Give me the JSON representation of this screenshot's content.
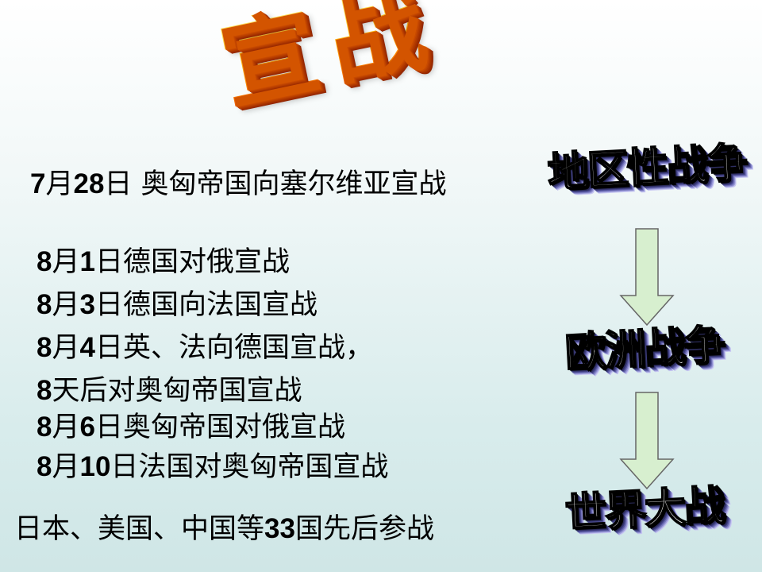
{
  "title": "宣战",
  "lines": [
    {
      "parts": [
        {
          "t": "7",
          "b": true
        },
        {
          "t": "月",
          "b": false
        },
        {
          "t": "28",
          "b": true
        },
        {
          "t": "日 奥匈帝国向塞尔维亚宣战",
          "b": false
        }
      ]
    },
    {
      "parts": [
        {
          "t": "8",
          "b": true
        },
        {
          "t": "月",
          "b": false
        },
        {
          "t": "1",
          "b": true
        },
        {
          "t": "日德国对俄宣战",
          "b": false
        }
      ]
    },
    {
      "parts": [
        {
          "t": "8",
          "b": true
        },
        {
          "t": "月",
          "b": false
        },
        {
          "t": "3",
          "b": true
        },
        {
          "t": "日德国向法国宣战",
          "b": false
        }
      ]
    },
    {
      "parts": [
        {
          "t": "8",
          "b": true
        },
        {
          "t": "月",
          "b": false
        },
        {
          "t": "4",
          "b": true
        },
        {
          "t": "日英、法向德国宣战，",
          "b": false
        }
      ]
    },
    {
      "parts": [
        {
          "t": "8",
          "b": true
        },
        {
          "t": "天后对奥匈帝国宣战",
          "b": false
        }
      ]
    },
    {
      "parts": [
        {
          "t": "8",
          "b": true
        },
        {
          "t": "月",
          "b": false
        },
        {
          "t": "6",
          "b": true
        },
        {
          "t": "日奥匈帝国对俄宣战",
          "b": false
        }
      ]
    },
    {
      "parts": [
        {
          "t": "8",
          "b": true
        },
        {
          "t": "月",
          "b": false
        },
        {
          "t": "10",
          "b": true
        },
        {
          "t": "日法国对奥匈帝国宣战",
          "b": false
        }
      ]
    },
    {
      "parts": [
        {
          "t": "日本、美国、中国等",
          "b": false
        },
        {
          "t": "33",
          "b": true
        },
        {
          "t": "国先后参战",
          "b": false
        }
      ]
    }
  ],
  "labels": {
    "regional": "地区性战争",
    "european": "欧洲战争",
    "world": "世界大战"
  },
  "colors": {
    "arrow_fill": "#d7efcf",
    "arrow_stroke": "#666666",
    "title_fill": "#ff8a00"
  },
  "icons": {
    "arrow": "arrow-down-icon"
  }
}
